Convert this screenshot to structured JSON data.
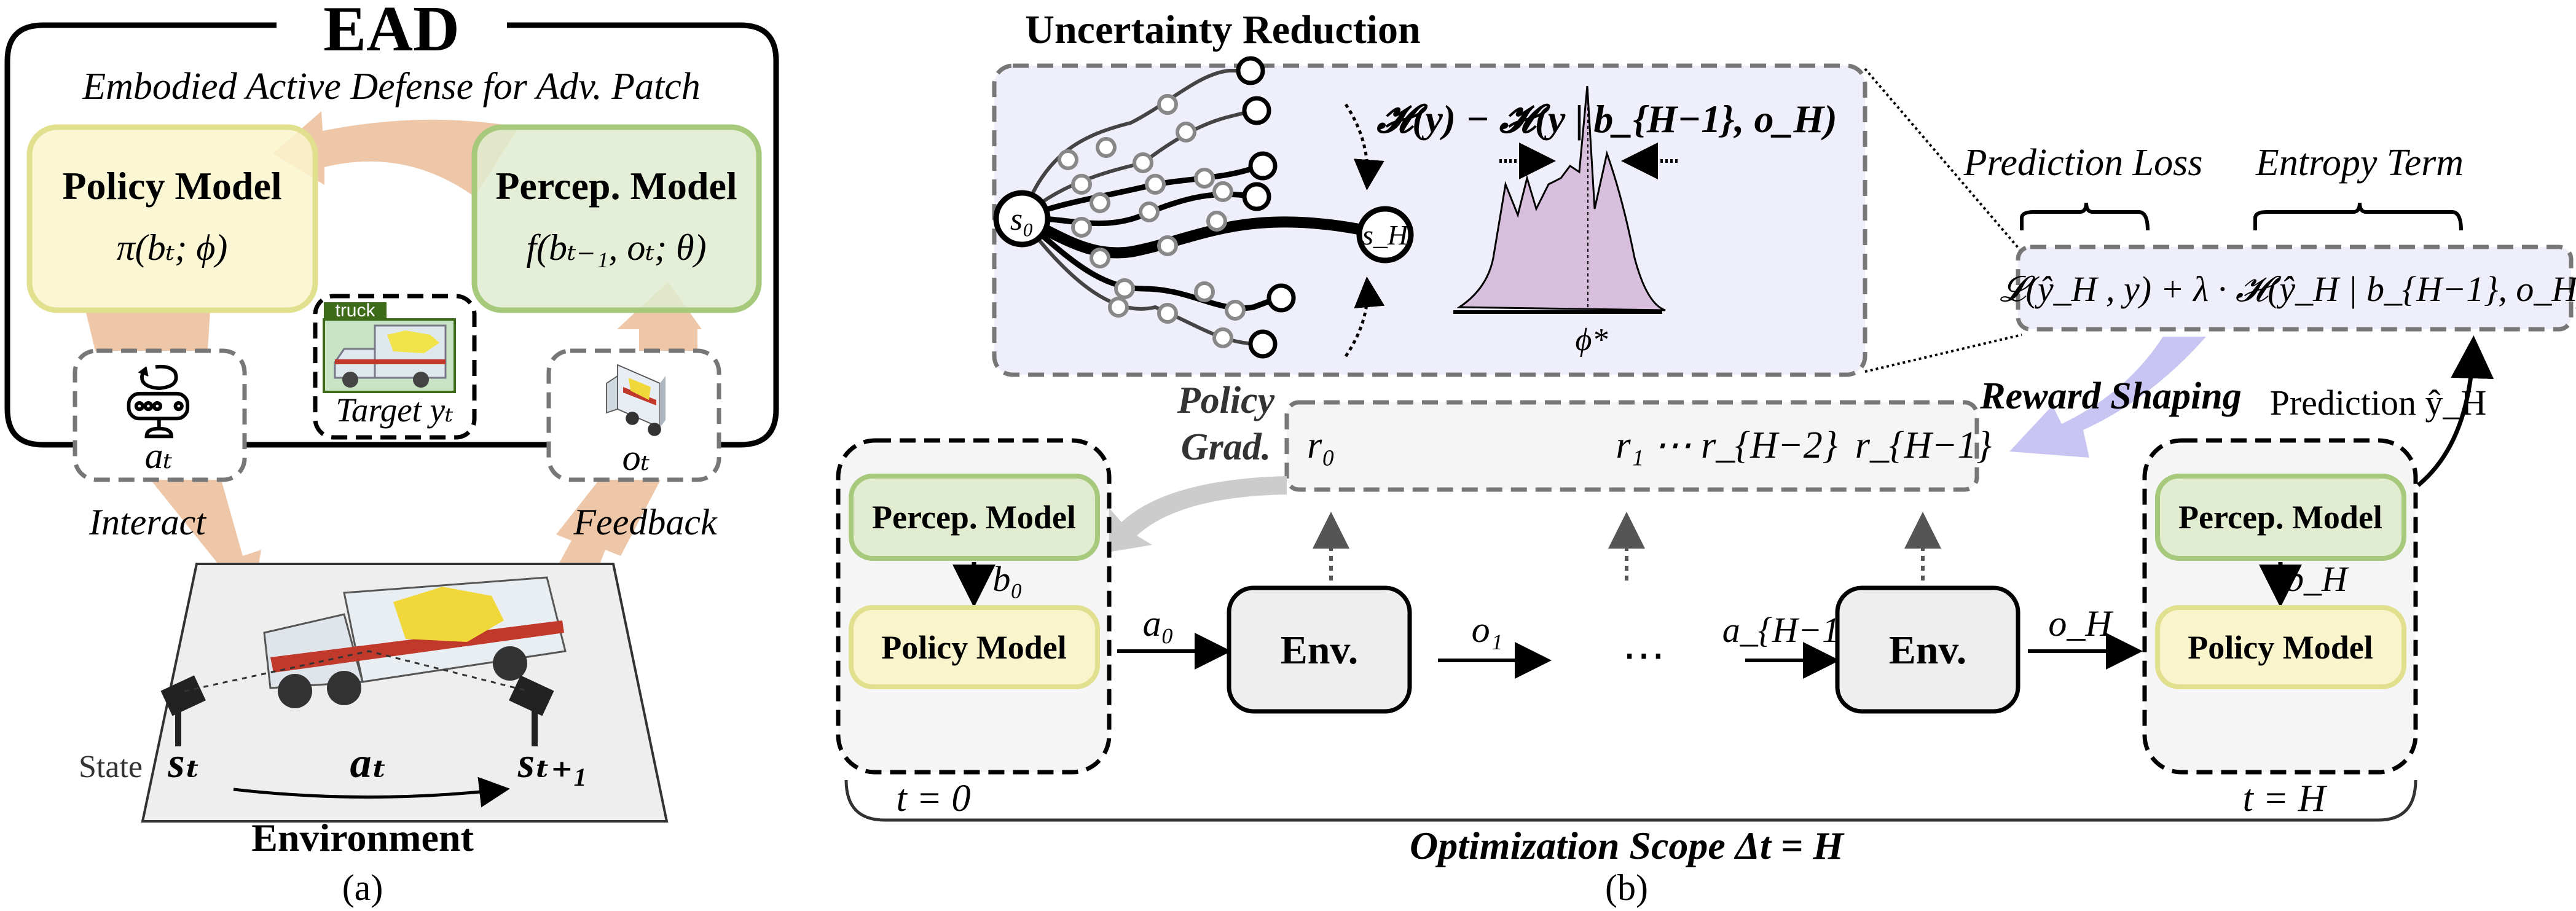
{
  "panel_a": {
    "title": "EAD",
    "subtitle": "Embodied Active Defense for Adv. Patch",
    "policy_model": {
      "label": "Policy Model",
      "formula": "π(bₜ; ϕ)"
    },
    "percep_model": {
      "label": "Percep. Model",
      "formula": "f(bₜ₋₁, oₜ; θ)"
    },
    "action_label": "aₜ",
    "observation_label": "oₜ",
    "target": {
      "badge": "truck",
      "label": "Target yₜ"
    },
    "interact_label": "Interact",
    "feedback_label": "Feedback",
    "state_prefix": "State",
    "state_t": "sₜ",
    "action_env": "aₜ",
    "state_t1": "sₜ₊₁",
    "environment_label": "Environment",
    "caption": "(a)"
  },
  "panel_b": {
    "uncertainty_title": "Uncertainty Reduction",
    "node_start": "s₀",
    "node_end": "s_H",
    "entropy_formula": "𝓗(y) − 𝓗(y | b_{H−1}, o_H)",
    "phi_star": "ϕ*",
    "prediction_loss_label": "Prediction Loss",
    "entropy_term_label": "Entropy Term",
    "objective_formula": "𝓛(ŷ_H , y) + λ · 𝓗(ŷ_H | b_{H−1}, o_H)",
    "reward_shaping_label": "Reward Shaping",
    "prediction_label": "Prediction ŷ_H",
    "policy_grad_label_1": "Policy",
    "policy_grad_label_2": "Grad.",
    "rewards": {
      "r0": "r₀",
      "middle": "r₁ ⋯ r_{H−2}",
      "last": "r_{H−1}"
    },
    "agent_start": {
      "percep": "Percep. Model",
      "belief": "b₀",
      "policy": "Policy Model",
      "time": "t = 0"
    },
    "agent_end": {
      "percep": "Percep. Model",
      "belief": "b_H",
      "policy": "Policy Model",
      "time": "t = H"
    },
    "env_label": "Env.",
    "a0": "a₀",
    "o1": "o₁",
    "ellipsis": "⋯",
    "aH1": "a_{H−1}",
    "oH": "o_H",
    "scope_label": "Optimization Scope Δt = H",
    "caption": "(b)"
  },
  "colors": {
    "policy_fill": "#faf4cc",
    "policy_stroke": "#e1e08e",
    "percep_fill": "#e1ecd0",
    "percep_stroke": "#a6c97c",
    "flow_arrow": "#e8b48c",
    "uncertainty_fill": "#efeffb",
    "distribution_fill": "#d9bfde",
    "reward_shaping_arrow": "#c9c5f3",
    "dashed_gray": "#777777"
  }
}
